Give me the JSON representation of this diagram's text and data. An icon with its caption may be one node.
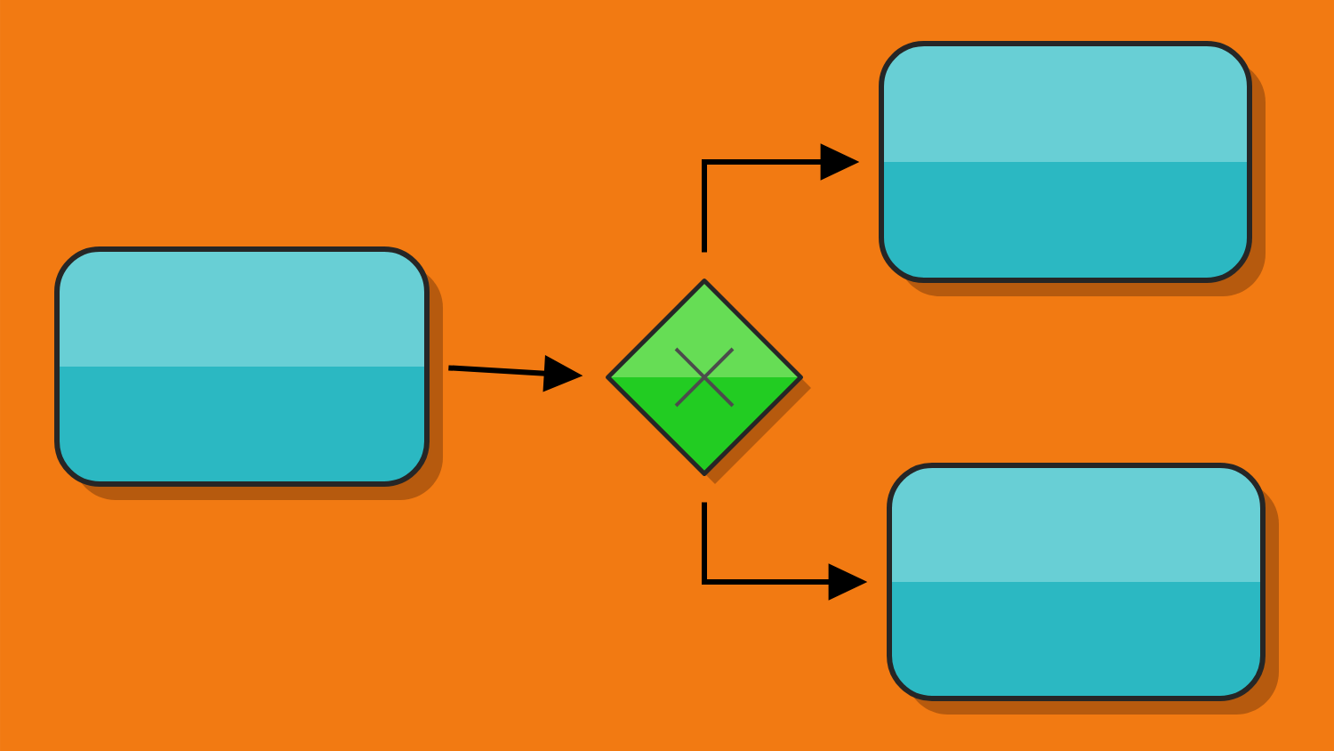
{
  "diagram": {
    "nodes": [
      {
        "text": [],
        "shape": "box"
      },
      {
        "text": [],
        "shape": "diamond"
      },
      {
        "text": [],
        "shape": "box"
      },
      {
        "text": [],
        "shape": "box"
      }
    ],
    "edges": [
      {
        "from": 0,
        "to": 1,
        "arrow": "to"
      },
      {
        "from": 1,
        "to": 2,
        "arrow": "to"
      },
      {
        "from": 1,
        "to": 3,
        "arrow": "to"
      }
    ]
  }
}
